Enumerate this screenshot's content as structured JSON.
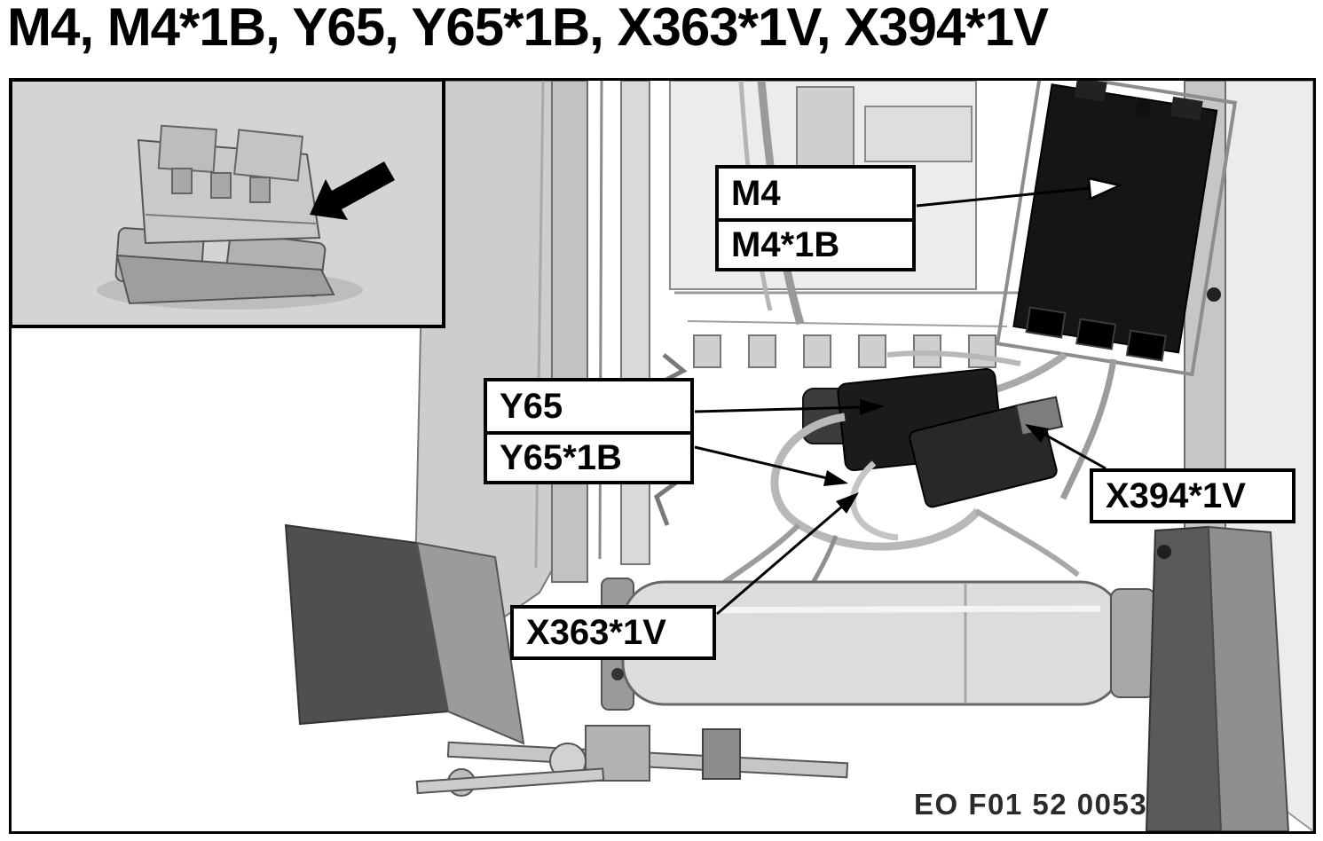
{
  "title": "M4, M4*1B, Y65, Y65*1B, X363*1V, X394*1V",
  "diagram": {
    "ref_code": "EO F01 52 0053",
    "callouts": {
      "m4": {
        "line1": "M4",
        "line2": "M4*1B"
      },
      "y65": {
        "line1": "Y65",
        "line2": "Y65*1B"
      },
      "x394": {
        "label": "X394*1V"
      },
      "x363": {
        "label": "X363*1V"
      }
    },
    "icons": {
      "pointer_arrow": "solid-black-arrow-down-left"
    },
    "colors": {
      "frame_border": "#000000",
      "inset_background": "#d4d4d4",
      "callout_background": "#ffffff",
      "module_fill": "#151515"
    }
  }
}
